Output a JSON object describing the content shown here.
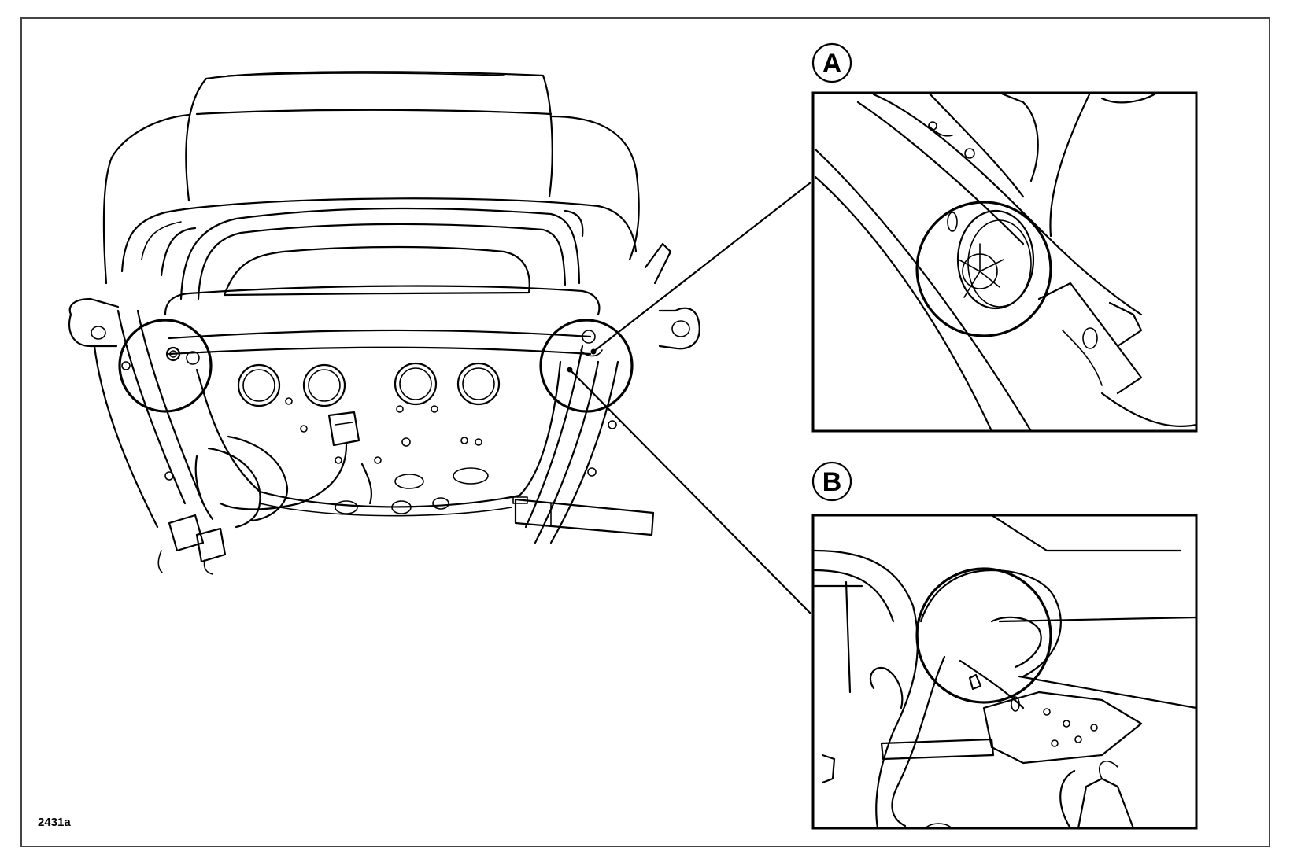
{
  "figure": {
    "figure_id": "2431a",
    "callouts": [
      {
        "letter": "A"
      },
      {
        "letter": "B"
      }
    ]
  }
}
